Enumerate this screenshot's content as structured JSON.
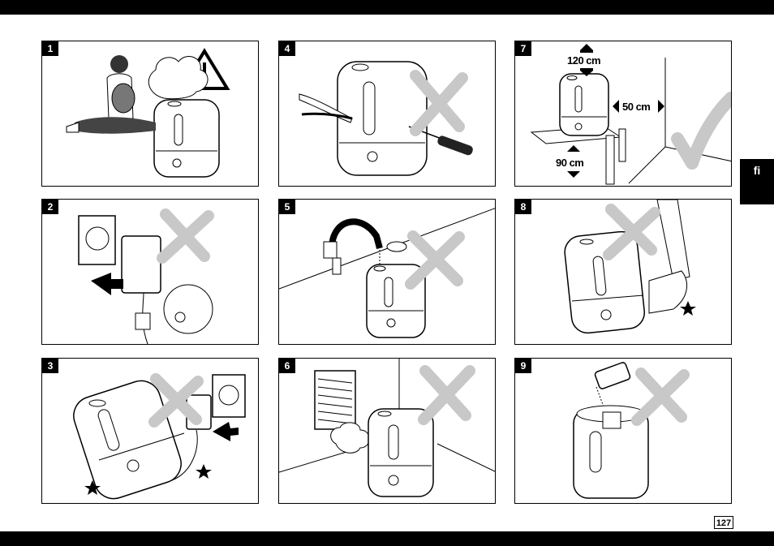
{
  "panels": [
    {
      "number": "1"
    },
    {
      "number": "2"
    },
    {
      "number": "3"
    },
    {
      "number": "4"
    },
    {
      "number": "5"
    },
    {
      "number": "6"
    },
    {
      "number": "7",
      "labels": {
        "height_top": "120 cm",
        "side_gap": "50 cm",
        "height_floor": "90 cm"
      }
    },
    {
      "number": "8"
    },
    {
      "number": "9"
    }
  ],
  "language_tab": "fi",
  "page_number": "127",
  "colors": {
    "mark": "#c8c8c8",
    "ink": "#000000",
    "background": "#ffffff"
  }
}
